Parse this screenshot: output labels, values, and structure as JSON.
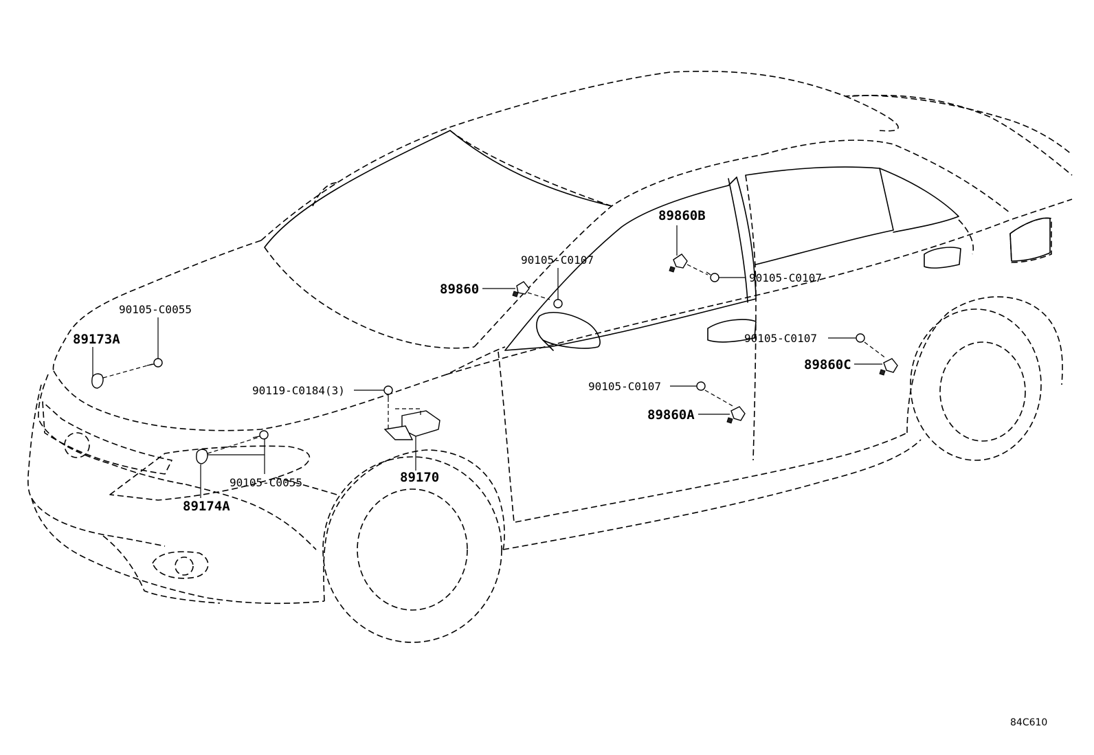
{
  "labels": {
    "p89860B": "89860B",
    "p90105_c0107_a": "90105-C0107",
    "p90105_c0107_b": "90105-C0107",
    "p89860": "89860",
    "p90105_c0055_a": "90105-C0055",
    "p89173A": "89173A",
    "p90105_c0107_c": "90105-C0107",
    "p89860C": "89860C",
    "p90119_c0184": "90119-C0184(3)",
    "p90105_c0107_d": "90105-C0107",
    "p89860A": "89860A",
    "p90105_c0055_b": "90105-C0055",
    "p89170": "89170",
    "p89174A": "89174A"
  },
  "diagram_code": "84C610"
}
